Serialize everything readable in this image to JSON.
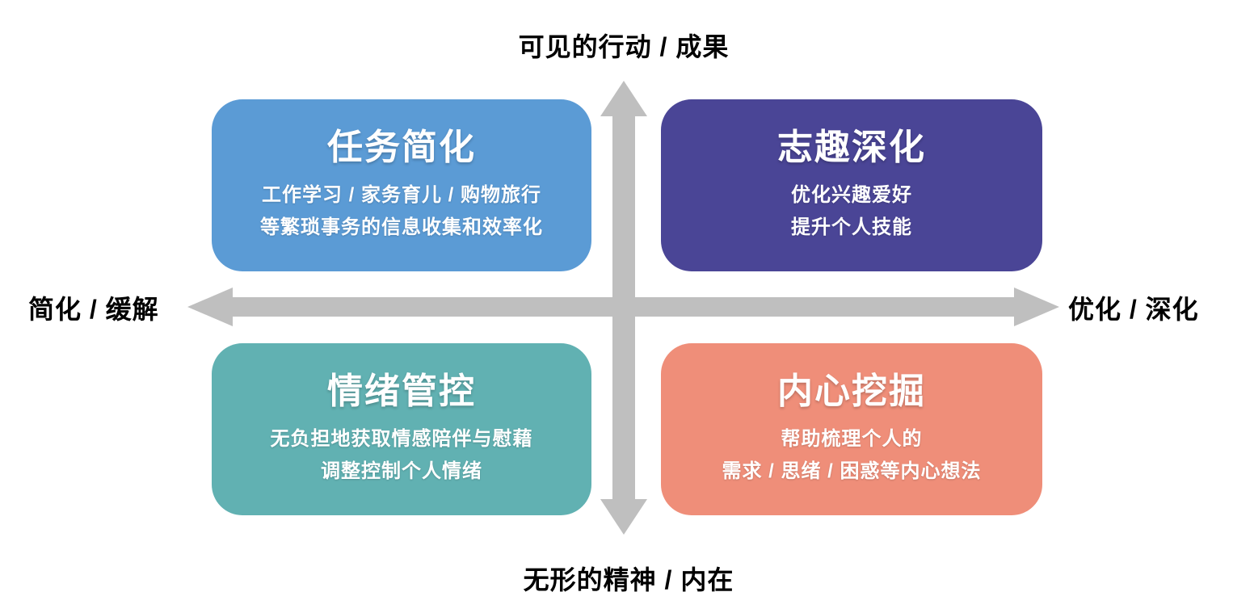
{
  "diagram": {
    "axes": {
      "top_label": "可见的行动 / 成果",
      "bottom_label": "无形的精神 / 内在",
      "left_label": "简化 / 缓解",
      "right_label": "优化 / 深化",
      "arrow_color": "#BFBFBF"
    },
    "quadrants": [
      {
        "position": "top-left",
        "title": "任务简化",
        "line1": "工作学习 / 家务育儿 / 购物旅行",
        "line2": "等繁琐事务的信息收集和效率化",
        "color": "#5B9BD5",
        "text_color": "#FFFFFF"
      },
      {
        "position": "top-right",
        "title": "志趣深化",
        "line1": "优化兴趣爱好",
        "line2": "提升个人技能",
        "color": "#4A4596",
        "text_color": "#FFFFFF"
      },
      {
        "position": "bottom-left",
        "title": "情绪管控",
        "line1": "无负担地获取情感陪伴与慰藉",
        "line2": "调整控制个人情绪",
        "color": "#61B1B2",
        "text_color": "#FFFFFF"
      },
      {
        "position": "bottom-right",
        "title": "内心挖掘",
        "line1": "帮助梳理个人的",
        "line2": "需求 / 思绪 / 困惑等内心想法",
        "color": "#EF8E79",
        "text_color": "#FFFFFF"
      }
    ]
  }
}
